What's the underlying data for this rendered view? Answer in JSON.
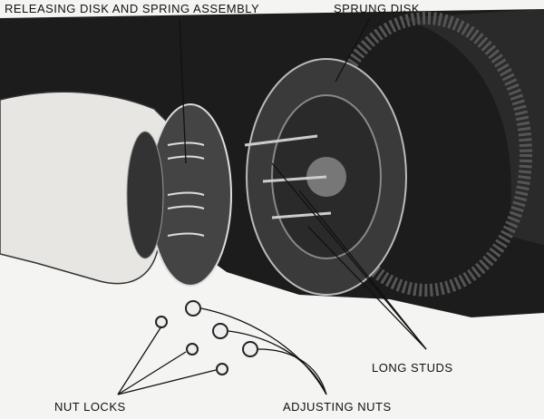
{
  "labels": {
    "releasing_disk": "RELEASING DISK AND SPRING ASSEMBLY",
    "sprung_disk": "SPRUNG DISK",
    "long_studs": "LONG STUDS",
    "nut_locks": "NUT LOCKS",
    "adjusting_nuts": "ADJUSTING NUTS"
  }
}
